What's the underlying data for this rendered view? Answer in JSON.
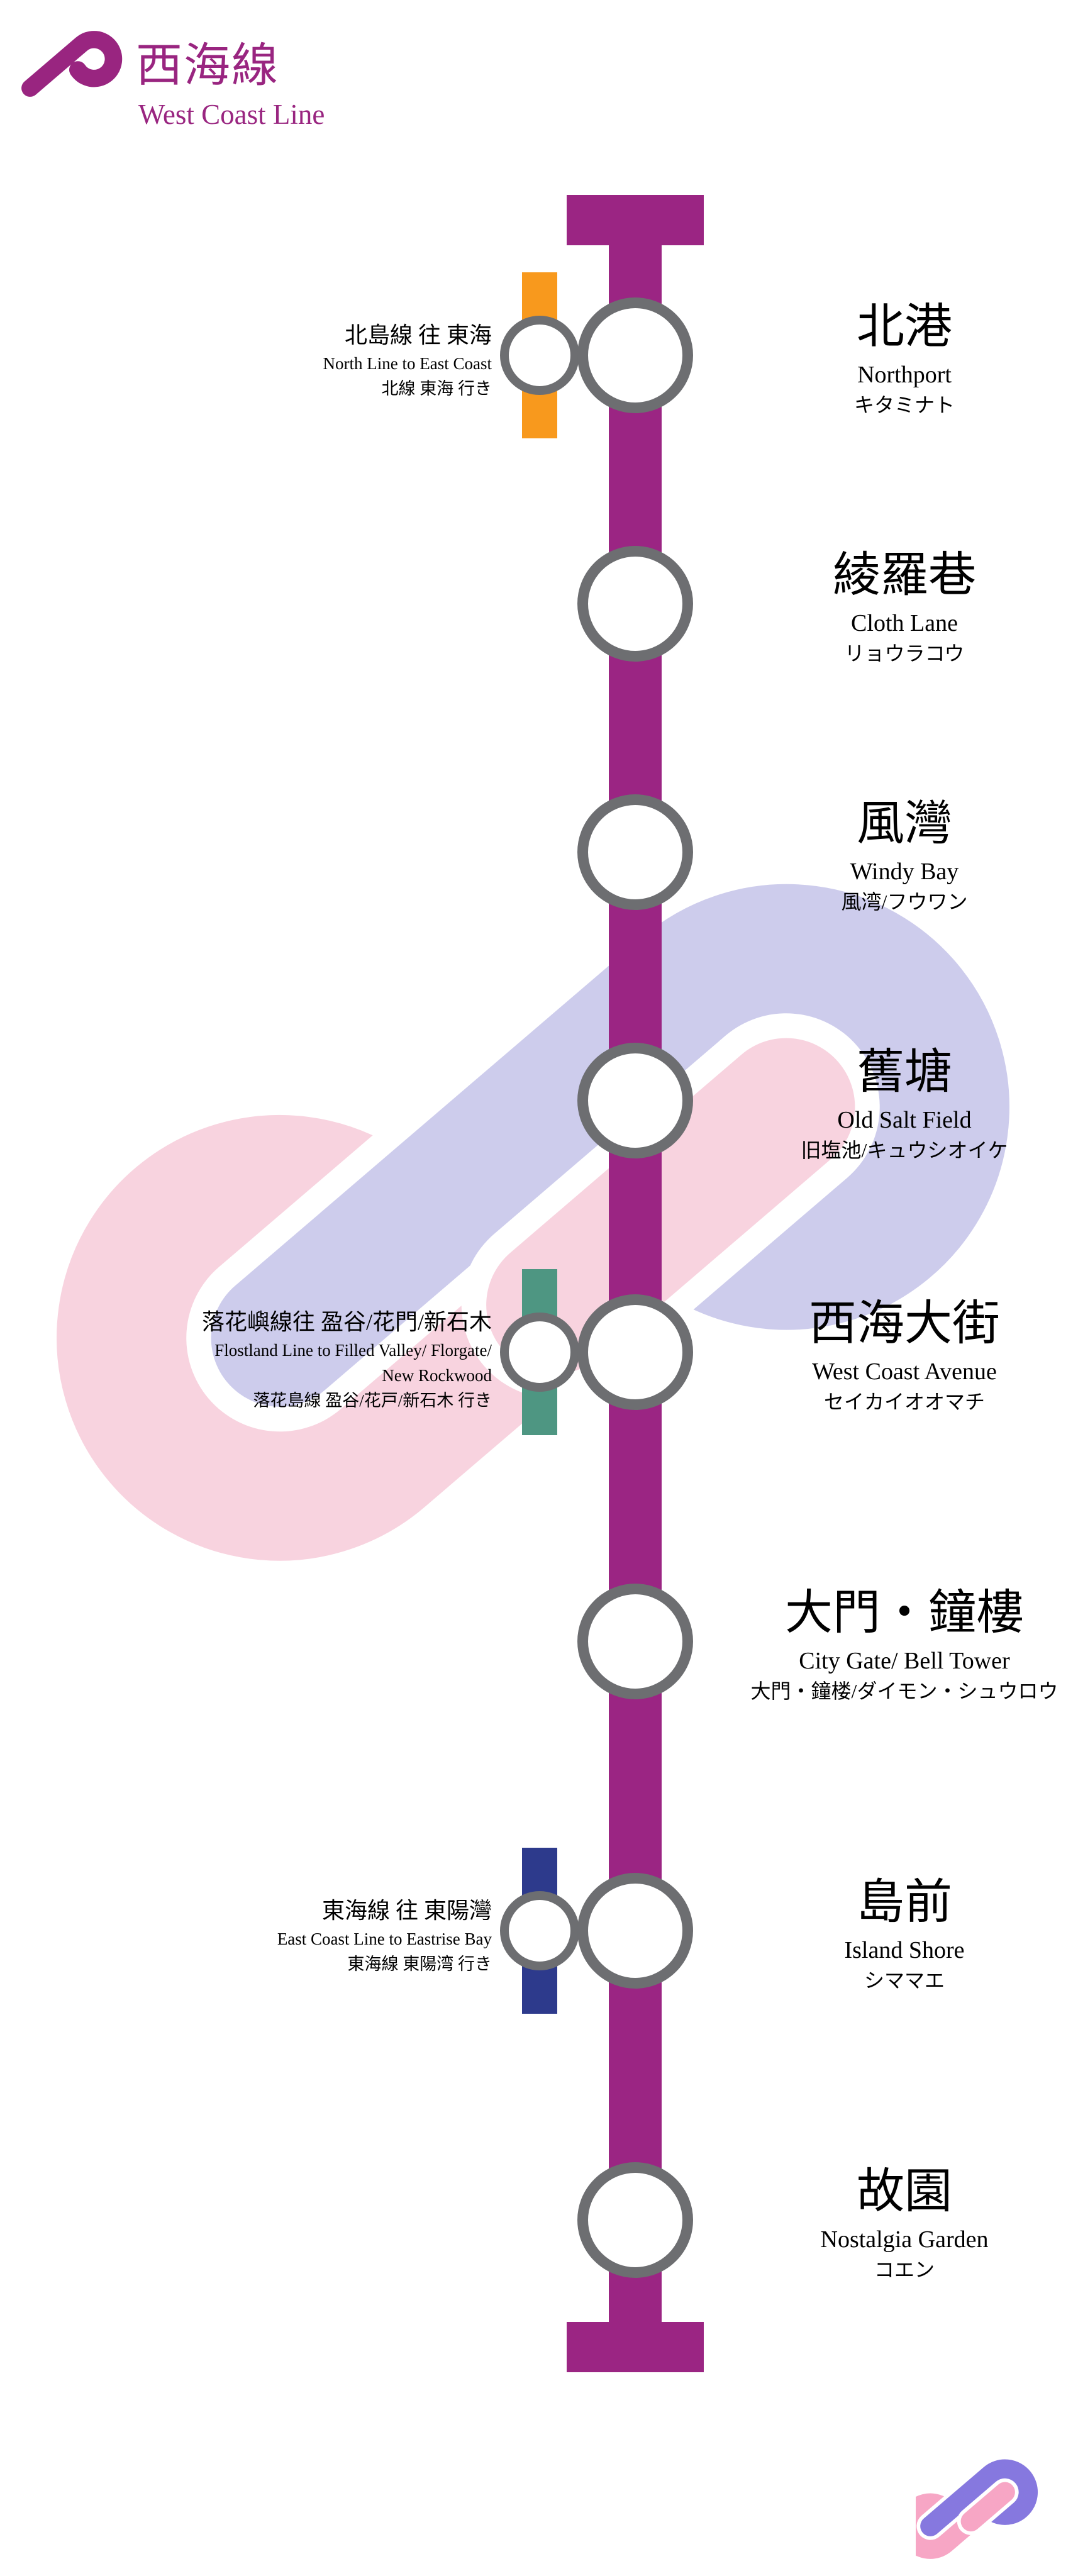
{
  "header": {
    "line_name_zh": "西海線",
    "line_name_en": "West Coast Line"
  },
  "colors": {
    "line": "#9b2583",
    "ring_gray": "#6d6e71",
    "title": "#992580",
    "north_line_orange": "#f8991d",
    "flostland_line_teal": "#4e9682",
    "east_coast_line_navy": "#2d3a8c",
    "watermark_pink": "#f8d3df",
    "watermark_blue": "#cdccec",
    "footer_logo_pink": "#f7a6c5",
    "footer_logo_violet": "#8678df"
  },
  "stations": [
    {
      "name_zh": "北港",
      "name_en": "Northport",
      "name_ja": "キタミナト",
      "interchange": {
        "zh": "北島線 往 東海",
        "en": [
          "North Line to East Coast"
        ],
        "ja": "北線 東海 行き",
        "color": "#f8991d"
      }
    },
    {
      "name_zh": "綾羅巷",
      "name_en": "Cloth Lane",
      "name_ja": "リョウラコウ"
    },
    {
      "name_zh": "風灣",
      "name_en": "Windy Bay",
      "name_ja": "風湾/フウワン"
    },
    {
      "name_zh": "舊塘",
      "name_en": "Old Salt Field",
      "name_ja": "旧塩池/キュウシオイケ"
    },
    {
      "name_zh": "西海大街",
      "name_en": "West Coast Avenue",
      "name_ja": "セイカイオオマチ",
      "interchange": {
        "zh": "落花嶼線往 盈谷/花門/新石木",
        "en": [
          "Flostland Line to Filled Valley/ Florgate/",
          "New Rockwood"
        ],
        "ja": "落花島線 盈谷/花戸/新石木 行き",
        "color": "#4e9682"
      }
    },
    {
      "name_zh": "大門・鐘樓",
      "name_en": "City Gate/ Bell Tower",
      "name_ja": "大門・鐘楼/ダイモン・シュウロウ"
    },
    {
      "name_zh": "島前",
      "name_en": "Island Shore",
      "name_ja": "シママエ",
      "interchange": {
        "zh": "東海線 往 東陽灣",
        "en": [
          "East Coast Line to Eastrise Bay"
        ],
        "ja": "東海線 東陽湾 行き",
        "color": "#2d3a8c"
      }
    },
    {
      "name_zh": "故園",
      "name_en": "Nostalgia Garden",
      "name_ja": "コエン"
    }
  ]
}
